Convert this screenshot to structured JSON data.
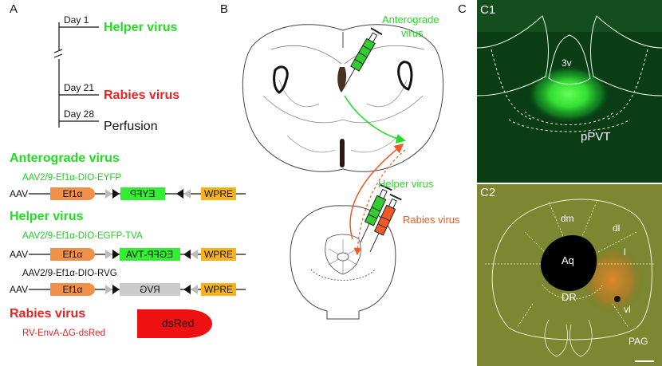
{
  "panel_a": {
    "letter": "A",
    "timeline": [
      {
        "day": "Day 1",
        "event": "Helper virus",
        "color": "#22dd22"
      },
      {
        "day": "Day 21",
        "event": "Rabies virus",
        "color": "#ee2222"
      },
      {
        "day": "Day 28",
        "event": "Perfusion",
        "color": "#111111"
      }
    ],
    "anterograde": {
      "title": "Anterograde virus",
      "construct": "AAV2/9-Ef1α-DIO-EYFP",
      "prefix": "AAV",
      "promoter": "Ef1α",
      "gene": "EYFP",
      "terminator": "WPRE"
    },
    "helper": {
      "title": "Helper virus",
      "construct1": "AAV2/9-Ef1α-DIO-EGFP-TVA",
      "prefix1": "AAV",
      "promoter1": "Ef1α",
      "gene1": "EGFP-TVA",
      "terminator1": "WPRE",
      "construct2": "AAV2/9-Ef1α-DIO-RVG",
      "prefix2": "AAV",
      "promoter2": "Ef1α",
      "gene2": "RVG",
      "terminator2": "WPRE"
    },
    "rabies": {
      "title": "Rabies virus",
      "construct": "RV-EnvA-ΔG-dsRed",
      "gene": "dsRed"
    },
    "colors": {
      "green": "#22dd22",
      "red": "#ee2222",
      "promoter": "#f0904a",
      "wpre": "#f5b21c",
      "green_box": "#33ee33",
      "gray_box": "#cccccc",
      "dsred": "#ee1111"
    }
  },
  "panel_b": {
    "letter": "B",
    "anterograde_label": "Anterograde\nvirus",
    "anterograde_line1": "Anterograde",
    "anterograde_line2": "virus",
    "helper_label": "Helper virus",
    "rabies_label": "Rabies virus"
  },
  "panel_c": {
    "letter": "C",
    "c1": {
      "label": "C1",
      "ventricle": "3v",
      "region": "pPVT"
    },
    "c2": {
      "label": "C2",
      "regions": {
        "dm": "dm",
        "dl": "dl",
        "l": "l",
        "aq": "Aq",
        "dr": "DR",
        "vl": "vl",
        "pag": "PAG"
      }
    }
  }
}
